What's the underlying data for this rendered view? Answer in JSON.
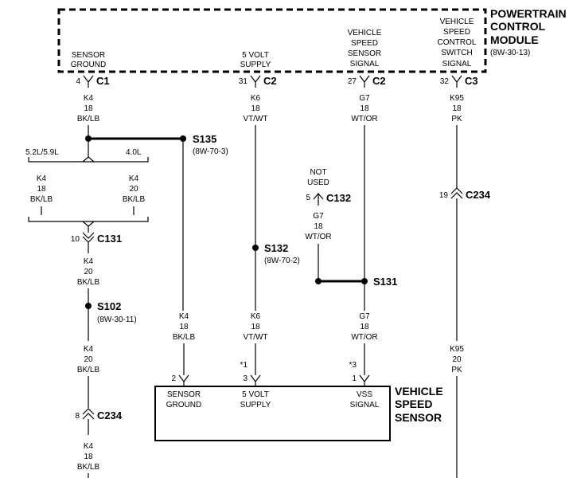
{
  "pcm": {
    "title": [
      "POWERTRAIN",
      "CONTROL",
      "MODULE"
    ],
    "ref": "(8W-30-13)",
    "pins": [
      {
        "label": [
          "SENSOR",
          "GROUND"
        ],
        "pin": "4",
        "conn": "C1"
      },
      {
        "label": [
          "5 VOLT",
          "SUPPLY"
        ],
        "pin": "31",
        "conn": "C2"
      },
      {
        "label": [
          "VEHICLE",
          "SPEED",
          "SENSOR",
          "SIGNAL"
        ],
        "pin": "27",
        "conn": "C2"
      },
      {
        "label": [
          "VEHICLE",
          "SPEED",
          "CONTROL",
          "SWITCH",
          "SIGNAL"
        ],
        "pin": "32",
        "conn": "C3"
      }
    ]
  },
  "wires": {
    "k4_top": [
      "K4",
      "18",
      "BK/LB"
    ],
    "k6_top": [
      "K6",
      "18",
      "VT/WT"
    ],
    "g7_top": [
      "G7",
      "18",
      "WT/OR"
    ],
    "k95_top": [
      "K95",
      "18",
      "PK"
    ],
    "k4_left": [
      "K4",
      "18",
      "BK/LB"
    ],
    "k4_right": [
      "K4",
      "20",
      "BK/LB"
    ],
    "k4_after_c131": [
      "K4",
      "20",
      "BK/LB"
    ],
    "k4_after_s102": [
      "K4",
      "20",
      "BK/LB"
    ],
    "k4_bottom": [
      "K4",
      "18",
      "BK/LB"
    ],
    "k4_s135": [
      "K4",
      "18",
      "BK/LB"
    ],
    "k6_bottom": [
      "K6",
      "18",
      "VT/WT"
    ],
    "g7_c132": [
      "G7",
      "18",
      "WT/OR"
    ],
    "g7_bottom": [
      "G7",
      "18",
      "WT/OR"
    ],
    "k95_bottom": [
      "K95",
      "20",
      "PK"
    ]
  },
  "engine_left": "5.2L/5.9L",
  "engine_right": "4.0L",
  "splices": {
    "s135": {
      "name": "S135",
      "ref": "(8W-70-3)"
    },
    "s132": {
      "name": "S132",
      "ref": "(8W-70-2)"
    },
    "s131": {
      "name": "S131"
    },
    "s102": {
      "name": "S102",
      "ref": "(8W-30-11)"
    }
  },
  "connectors": {
    "c132": {
      "name": "C132",
      "pin": "5",
      "note": [
        "NOT",
        "USED"
      ]
    },
    "c234_right": {
      "name": "C234",
      "pin": "19"
    },
    "c131": {
      "name": "C131",
      "pin": "10"
    },
    "c234_left": {
      "name": "C234",
      "pin": "8"
    }
  },
  "vss": {
    "title": [
      "VEHICLE",
      "SPEED",
      "SENSOR"
    ],
    "pins": [
      {
        "label": [
          "SENSOR",
          "GROUND"
        ],
        "pin": "2",
        "note": ""
      },
      {
        "label": [
          "5 VOLT",
          "SUPPLY"
        ],
        "pin": "3",
        "note": "*1"
      },
      {
        "label": [
          "VSS",
          "SIGNAL"
        ],
        "pin": "1",
        "note": "*3"
      }
    ]
  }
}
